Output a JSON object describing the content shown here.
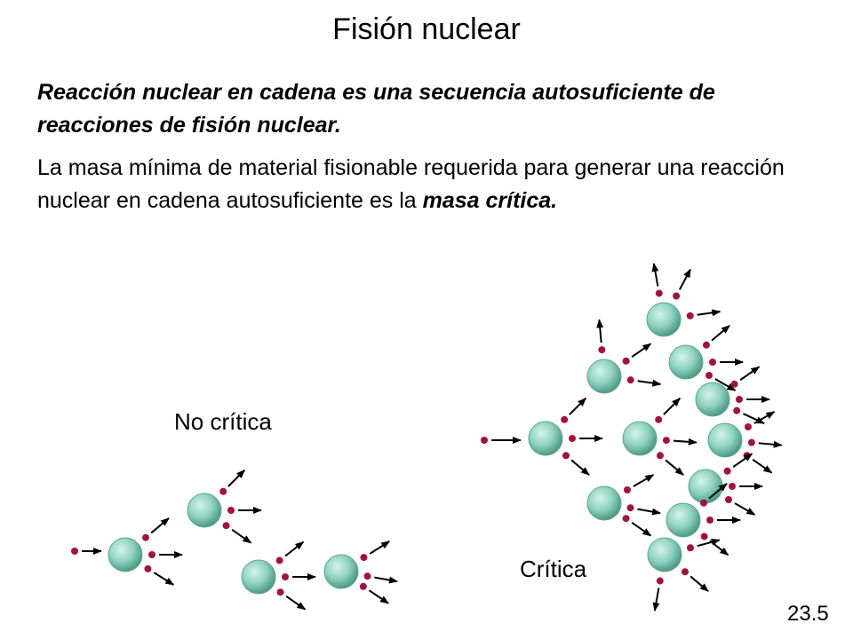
{
  "slide": {
    "title": "Fisión nuclear",
    "paragraph1": "Reacción nuclear en cadena es una secuencia autosuficiente de reacciones de fisión nuclear.",
    "paragraph2_text": "La masa mínima de material fisionable requerida para generar una reacción nuclear en cadena autosuficiente es la ",
    "paragraph2_bold": "masa crítica.",
    "label_non_critical": "No crítica",
    "label_critical": "Crítica",
    "slide_number": "23.5"
  },
  "colors": {
    "nucleus_light": "#d4f3ea",
    "nucleus_mid": "#8fd3c0",
    "nucleus_dark": "#4f9a88",
    "neutron": "#a0143c",
    "arrow": "#000000"
  }
}
